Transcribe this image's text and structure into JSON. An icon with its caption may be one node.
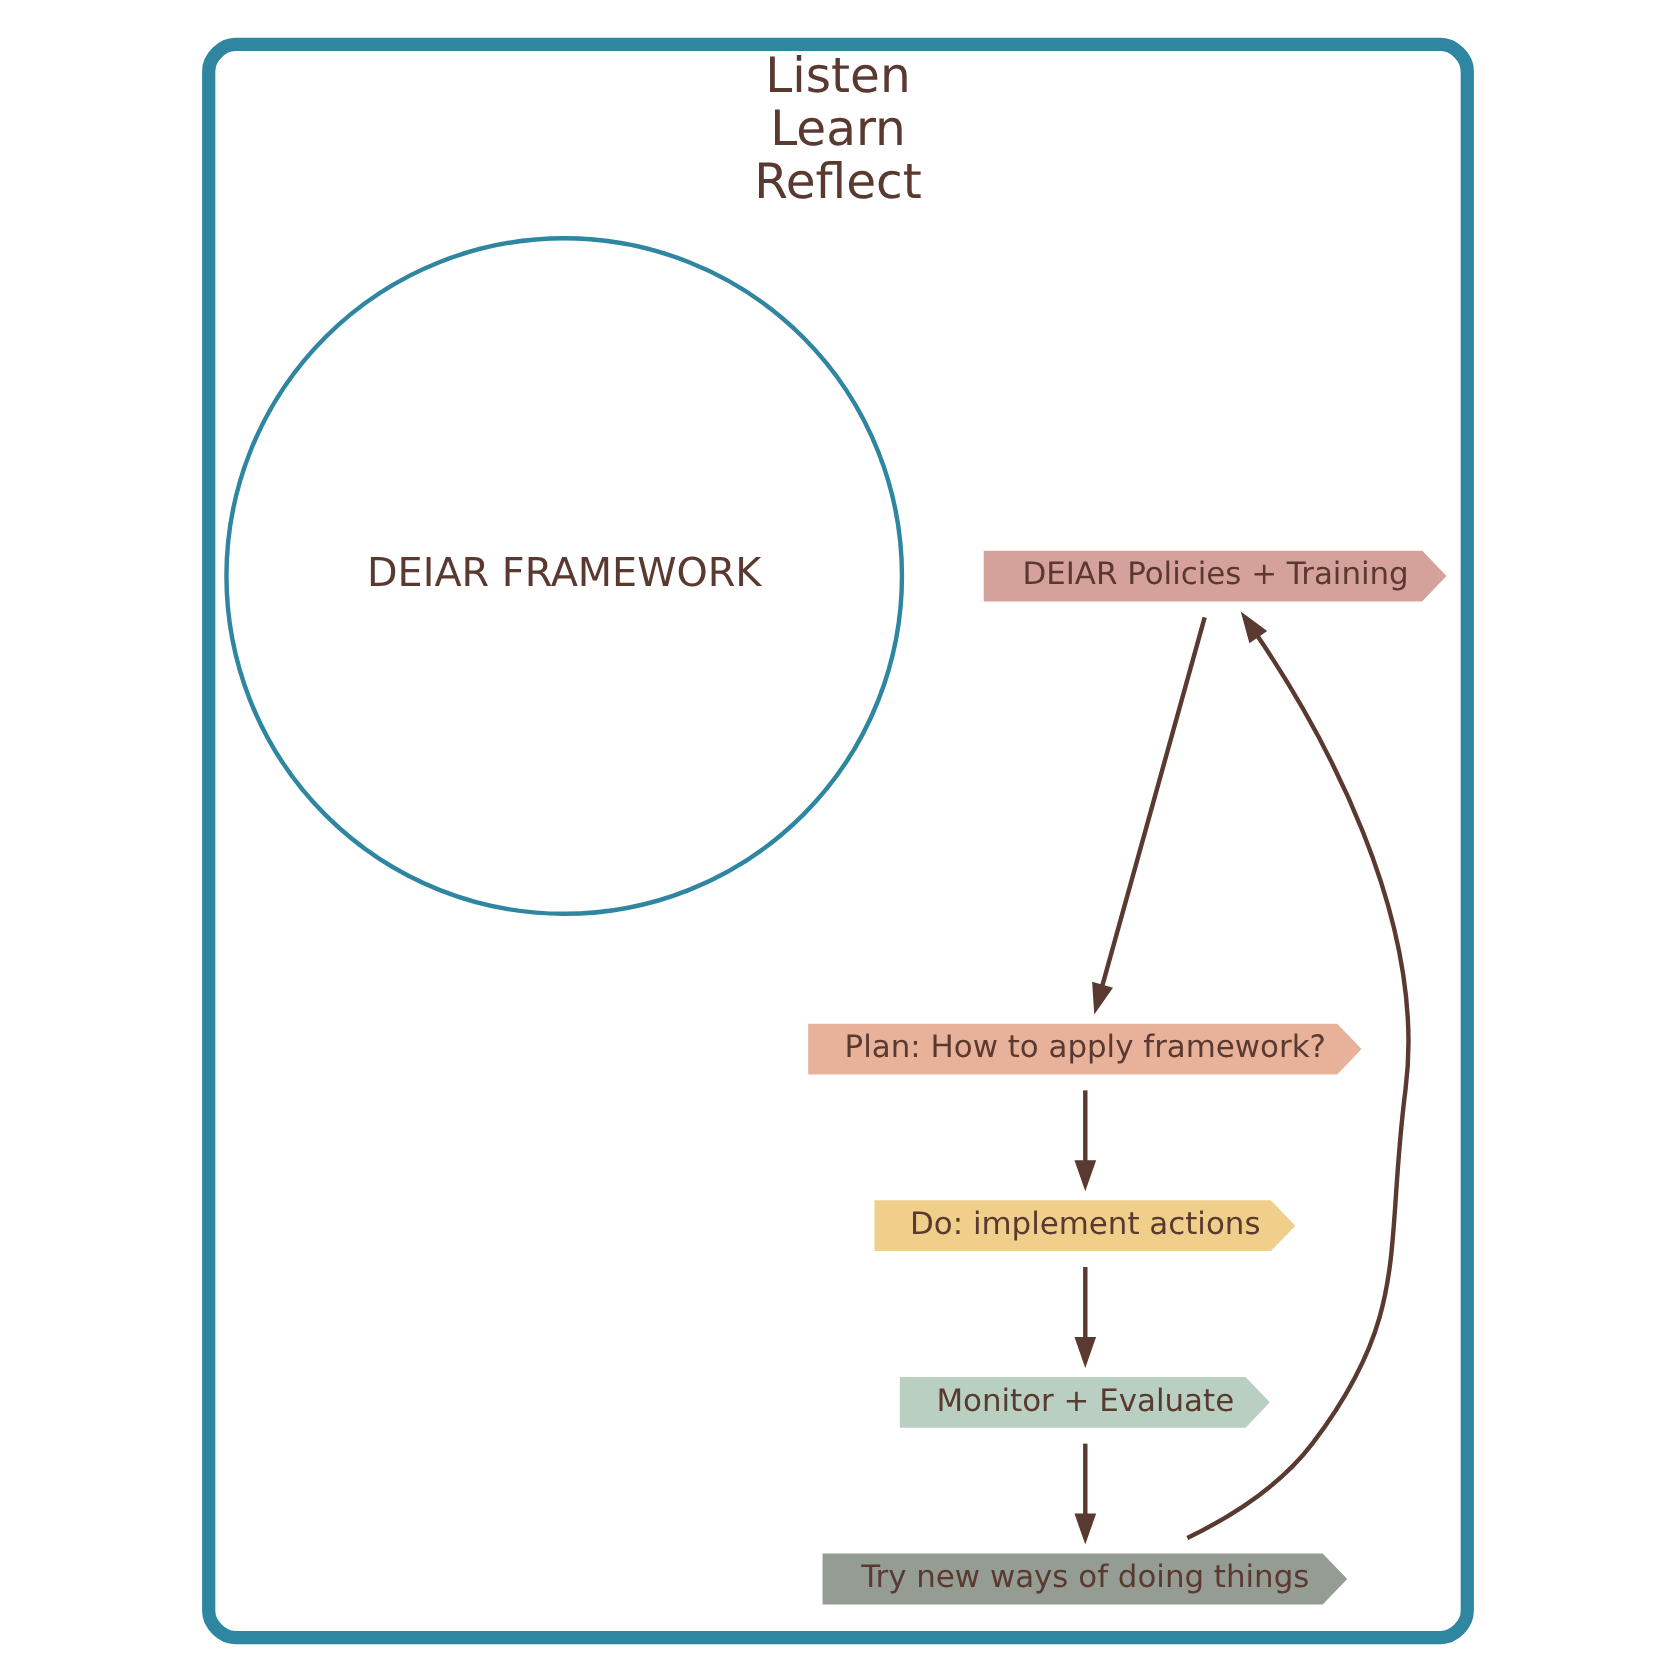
{
  "diagram": {
    "nodes": [
      {
        "text": [
          "Listen",
          "Learn",
          "Reflect"
        ]
      },
      {
        "text": [
          "DEIAR Policies + Training"
        ],
        "in": 0
      },
      {
        "text": [
          "Plan: How to apply framework?"
        ],
        "in": 0
      },
      {
        "text": [
          "Do: implement actions"
        ],
        "in": 0
      },
      {
        "text": [
          "Monitor + Evaluate"
        ],
        "in": 0
      },
      {
        "text": [
          "Try new ways of doing things"
        ],
        "in": 0
      },
      {
        "text": [
          "DEIAR FRAMEWORK"
        ],
        "in": 0
      }
    ],
    "edges": [
      {
        "from": 1,
        "to": 2,
        "arrow": "to"
      },
      {
        "from": 2,
        "to": 3,
        "arrow": "to"
      },
      {
        "from": 3,
        "to": 4,
        "arrow": "to"
      },
      {
        "from": 4,
        "to": 5,
        "arrow": "to"
      },
      {
        "from": 5,
        "to": 1,
        "arrow": "to"
      }
    ]
  }
}
